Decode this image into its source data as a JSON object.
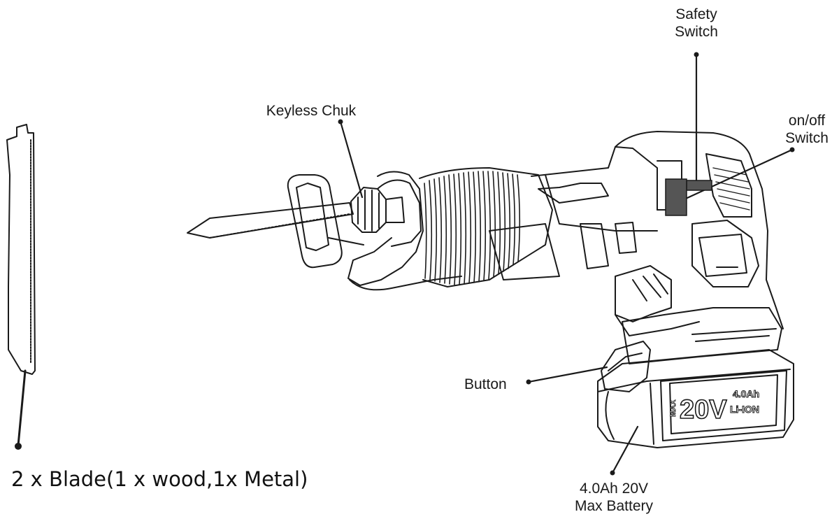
{
  "labels": {
    "safety_switch": "Safety\nSwitch",
    "keyless_chuck": "Keyless Chuk",
    "on_off_switch": "on/off\nSwitch",
    "button": "Button",
    "battery": "4.0Ah 20V\nMax Battery",
    "blade": "2 x Blade(1 x wood,1x Metal)"
  },
  "battery_markings": {
    "voltage": "20V",
    "capacity": "4.0Ah",
    "chemistry": "Li-ION",
    "max": "MAX"
  },
  "colors": {
    "ink": "#1a1a1a",
    "switch_fill": "#555555",
    "background": "#ffffff"
  }
}
